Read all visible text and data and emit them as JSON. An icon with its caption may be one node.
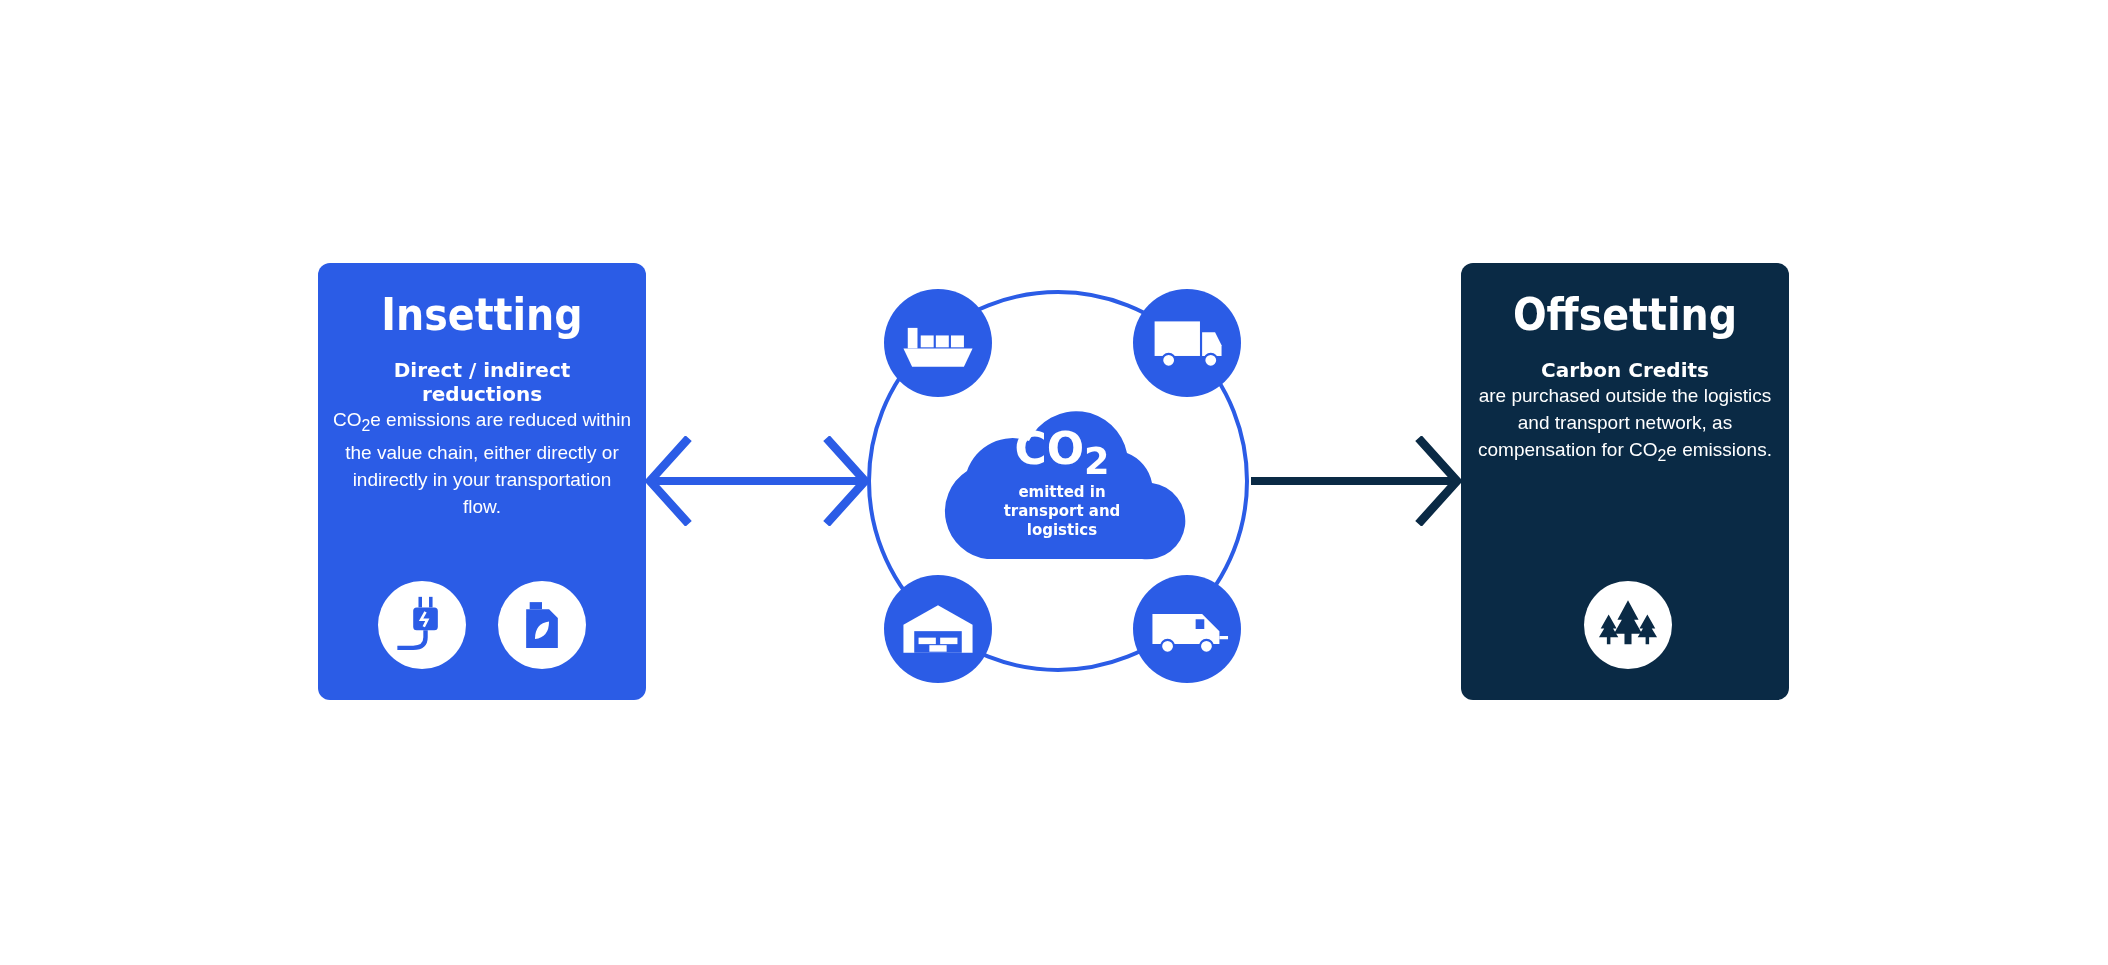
{
  "diagram": {
    "nodes": [
      {
        "text": [
          "Insetting",
          "Direct / indirect reductions",
          "CO$_{2}$e emissions are reduced within the value chain, either directly or indirectly in your transportation flow."
        ]
      },
      {
        "text": [],
        "shape": "circle"
      },
      {
        "text": [
          "CO$_{2}$",
          "emitted in transport and logistics"
        ],
        "in": 1
      },
      {
        "text": [
          "Offsetting",
          "Carbon Credits",
          "are purchased outside the logistics and transport network, as compensation for CO$_{2}$e emissions."
        ]
      }
    ],
    "edges": [
      {
        "from": 0,
        "to": 1,
        "arrow": "both",
        "color": "#2b5ce6"
      },
      {
        "from": 1,
        "to": 3,
        "arrow": "to",
        "color": "#0a2a45"
      }
    ]
  }
}
